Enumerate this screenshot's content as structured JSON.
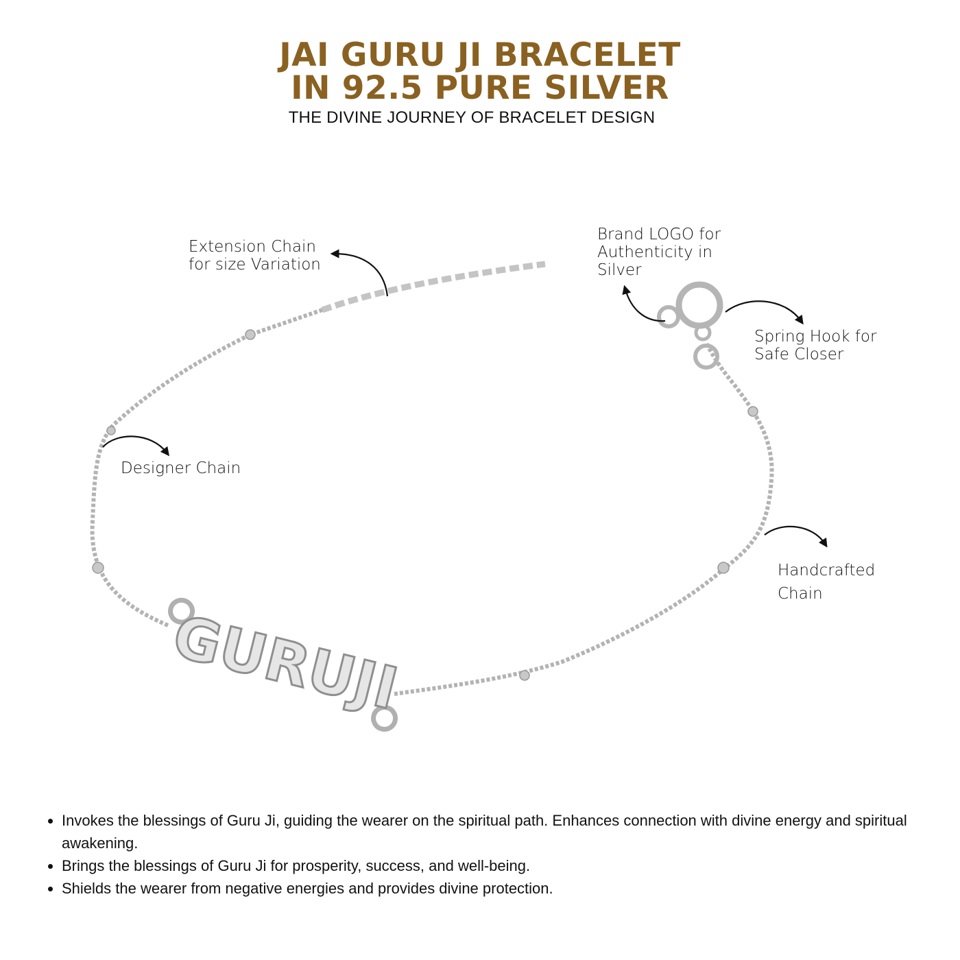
{
  "header": {
    "title_line1": "JAI GURU JI BRACELET",
    "title_line2": "IN 92.5 PURE SILVER",
    "subtitle": "THE DIVINE JOURNEY OF BRACELET DESIGN"
  },
  "product": {
    "pendant_text": "GURUJI",
    "metal_color": "#b8b8b8"
  },
  "annotations": {
    "extension_chain": [
      "Extension Chain",
      "for size Variation"
    ],
    "brand_logo": [
      "Brand LOGO for",
      "Authenticity in",
      "Silver"
    ],
    "spring_hook": [
      "Spring Hook for",
      "Safe Closer"
    ],
    "designer_chain": [
      "Designer Chain"
    ],
    "handcrafted_chain": [
      "Handcrafted",
      "Chain"
    ]
  },
  "bullets": [
    "Invokes the blessings of Guru Ji, guiding the wearer on the spiritual path. Enhances connection with divine energy and spiritual awakening.",
    "Brings the blessings of Guru Ji for prosperity, success, and well-being.",
    "Shields the wearer from negative energies and provides divine protection."
  ],
  "colors": {
    "title": "#8a6121",
    "text": "#111111"
  }
}
